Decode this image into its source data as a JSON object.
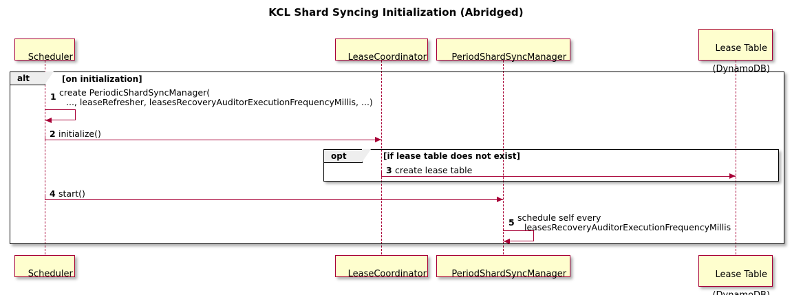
{
  "diagram": {
    "title": "KCL Shard Syncing Initialization (Abridged)",
    "type": "uml-sequence-diagram",
    "colors": {
      "participant_fill": "#FEFECE",
      "participant_border": "#A80036",
      "message_line": "#A80036",
      "fragment_border": "#000000",
      "fragment_tab_fill": "#EEEEEE",
      "background": "#FFFFFF"
    }
  },
  "participants": [
    {
      "id": "scheduler",
      "label": "Scheduler",
      "label_line1": "Scheduler",
      "label_line2": ""
    },
    {
      "id": "lease-coordinator",
      "label": "LeaseCoordinator",
      "label_line1": "LeaseCoordinator",
      "label_line2": ""
    },
    {
      "id": "period-shard-sync-manager",
      "label": "PeriodShardSyncManager",
      "label_line1": "PeriodShardSyncManager",
      "label_line2": ""
    },
    {
      "id": "lease-table",
      "label": "Lease Table\n(DynamoDB)",
      "label_line1": "Lease Table",
      "label_line2": "(DynamoDB)"
    }
  ],
  "fragments": [
    {
      "id": "alt",
      "operator": "alt",
      "condition": "[on initialization]"
    },
    {
      "id": "opt",
      "operator": "opt",
      "condition": "[if lease table does not exist]"
    }
  ],
  "messages": [
    {
      "number": "1",
      "from": "scheduler",
      "to": "scheduler",
      "self": true,
      "line1": "create PeriodicShardSyncManager(",
      "line2": "..., leaseRefresher, leasesRecoveryAuditorExecutionFrequencyMillis, ...)"
    },
    {
      "number": "2",
      "from": "scheduler",
      "to": "lease-coordinator",
      "self": false,
      "line1": "initialize()",
      "line2": ""
    },
    {
      "number": "3",
      "from": "lease-coordinator",
      "to": "lease-table",
      "self": false,
      "line1": "create lease table",
      "line2": ""
    },
    {
      "number": "4",
      "from": "scheduler",
      "to": "period-shard-sync-manager",
      "self": false,
      "line1": "start()",
      "line2": ""
    },
    {
      "number": "5",
      "from": "period-shard-sync-manager",
      "to": "period-shard-sync-manager",
      "self": true,
      "line1": "schedule self every",
      "line2": "leasesRecoveryAuditorExecutionFrequencyMillis"
    }
  ]
}
